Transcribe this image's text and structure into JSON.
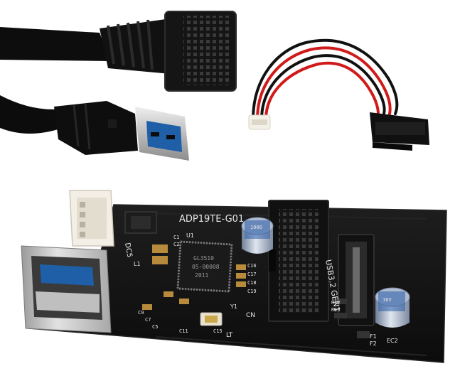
{
  "scene": {
    "background_color": "#ffffff",
    "pcb": {
      "model_label": "ADP19TE-G01",
      "port_label": "USB3.2 GEN1",
      "silkscreen": {
        "dc5": "DC5",
        "cn": "CN",
        "lt": "LT",
        "f1": "F1",
        "f2": "F2",
        "ec2": "EC2",
        "u1": "U1",
        "y1": "Y1",
        "l1": "L1",
        "r12": "R12",
        "r13": "R13",
        "c1": "C1",
        "c2": "C2",
        "c5": "C5",
        "c7": "C7",
        "c9": "C9",
        "c11": "C11",
        "c15": "C15",
        "c16": "C16",
        "c17": "C17",
        "c18": "C18",
        "c19": "C19"
      },
      "chip_marking": [
        "GL3510",
        "05-00008",
        "2011"
      ],
      "capacitor_marking": [
        "1000",
        "16V"
      ],
      "colors": {
        "board": "#141414",
        "usb_tongue": "#1e5fa8"
      }
    },
    "cable": {
      "colors": {
        "jacket": "#0b0b0b",
        "plug_metal": "#c9c9c9",
        "usb_tongue": "#1e5fa8"
      }
    },
    "power_adapter": {
      "wire_colors": [
        "#111111",
        "#d11a1a",
        "#111111",
        "#d11a1a",
        "#f0f0f0"
      ],
      "connector_color": "#101010",
      "jst_color": "#f3f0e8"
    }
  }
}
